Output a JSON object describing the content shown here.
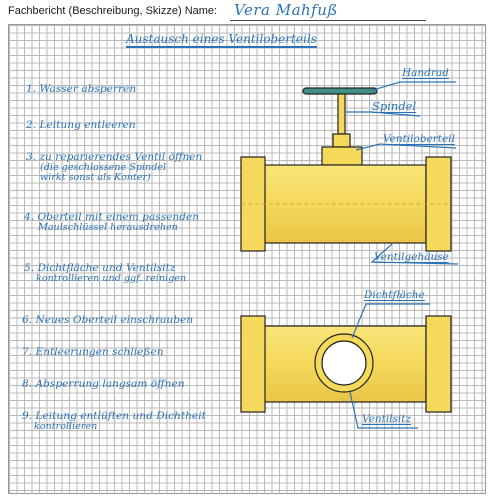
{
  "header": {
    "form_label": "Fachbericht (Beschreibung, Skizze) Name:",
    "name_value": "Vera Mahfuß"
  },
  "title": "Austausch eines Ventiloberteils",
  "steps": [
    {
      "line1": "1. Wasser absperren",
      "line2": ""
    },
    {
      "line1": "2. Leitung entleeren",
      "line2": ""
    },
    {
      "line1": "3. zu reparierendes Ventil öffnen",
      "line2": "(die geschlossene Spindel",
      "line3": "wirkt sonst als Konter)"
    },
    {
      "line1": "4. Oberteil mit einem passenden",
      "line2": "Maulschlüssel herausdrehen"
    },
    {
      "line1": "5. Dichtfläche und Ventilsitz",
      "line2": "kontrollieren und ggf. reinigen"
    },
    {
      "line1": "6. Neues Oberteil einschrauben",
      "line2": ""
    },
    {
      "line1": "7. Entleerungen schließen",
      "line2": ""
    },
    {
      "line1": "8. Absperrung langsam öffnen",
      "line2": ""
    },
    {
      "line1": "9. Leitung entlüften und Dichtheit",
      "line2": "kontrollieren"
    }
  ],
  "labels": {
    "handrad": "Handrad",
    "spindel": "Spindel",
    "ventiloberteil": "Ventiloberteil",
    "ventilgehaeuse": "Ventilgehäuse",
    "dichtflaeche": "Dichtfläche",
    "ventilsitz": "Ventilsitz"
  },
  "colors": {
    "ink": "#2a73b8",
    "brass": "#f5d95a",
    "brass_dark": "#e2b83a",
    "handwheel": "#3f8f86",
    "outline": "#222222"
  }
}
